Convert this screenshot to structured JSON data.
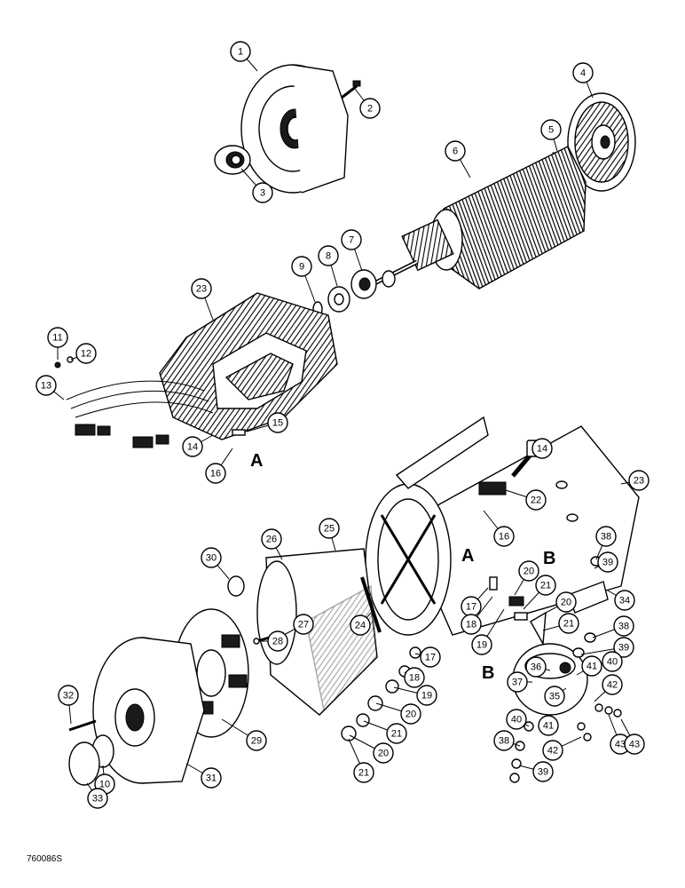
{
  "figure_code": "760086S",
  "section_letters": [
    "A",
    "A",
    "B",
    "B"
  ],
  "callouts": [
    "1",
    "2",
    "3",
    "4",
    "5",
    "6",
    "7",
    "8",
    "9",
    "23",
    "11",
    "12",
    "13",
    "14",
    "15",
    "16",
    "14",
    "23",
    "22",
    "16",
    "25",
    "26",
    "30",
    "27",
    "28",
    "24",
    "17",
    "18",
    "19",
    "20",
    "21",
    "38",
    "39",
    "34",
    "20",
    "21",
    "38",
    "39",
    "40",
    "36",
    "37",
    "35",
    "41",
    "42",
    "43",
    "40",
    "41",
    "42",
    "43",
    "38",
    "39",
    "17",
    "18",
    "19",
    "20",
    "21",
    "20",
    "21",
    "32",
    "29",
    "31",
    "10",
    "33"
  ]
}
